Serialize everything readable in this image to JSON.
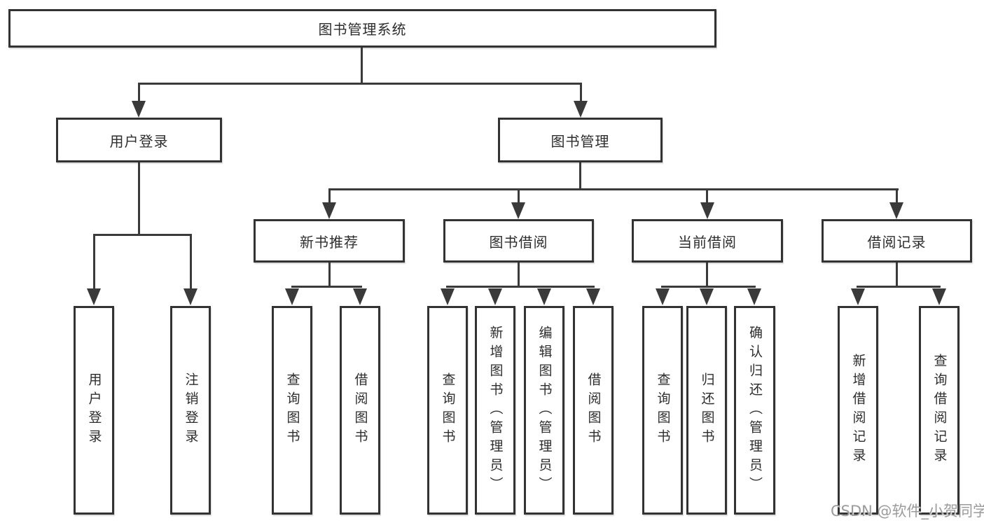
{
  "diagram_title": "图书管理系统",
  "watermark": "CSDN @软件_小贺同学",
  "colors": {
    "line": "#3a3a3a",
    "border": "#333333",
    "text": "#2d2d2d",
    "watermark": "#9b9b9b",
    "background": "#ffffff"
  },
  "nodes": {
    "root": "图书管理系统",
    "user_login": "用户登录",
    "book_mgmt": "图书管理",
    "new_book_rec": "新书推荐",
    "book_borrow": "图书借阅",
    "current_borrow": "当前借阅",
    "borrow_record": "借阅记录",
    "l_user_login": "用户登录",
    "l_logout": "注销登录",
    "l_query1": "查询图书",
    "l_borrow1": "借阅图书",
    "l_query2": "查询图书",
    "l_add_book": "新增图书（管理员）",
    "l_edit_book": "编辑图书（管理员）",
    "l_borrow2": "借阅图书",
    "l_query3": "查询图书",
    "l_return": "归还图书",
    "l_confirm": "确认归还（管理员）",
    "l_add_rec": "新增借阅记录",
    "l_query_rec": "查询借阅记录"
  },
  "hierarchy": {
    "root": "图书管理系统",
    "children": [
      {
        "label": "用户登录",
        "children": [
          "用户登录",
          "注销登录"
        ]
      },
      {
        "label": "图书管理",
        "children": [
          {
            "label": "新书推荐",
            "children": [
              "查询图书",
              "借阅图书"
            ]
          },
          {
            "label": "图书借阅",
            "children": [
              "查询图书",
              "新增图书（管理员）",
              "编辑图书（管理员）",
              "借阅图书"
            ]
          },
          {
            "label": "当前借阅",
            "children": [
              "查询图书",
              "归还图书",
              "确认归还（管理员）"
            ]
          },
          {
            "label": "借阅记录",
            "children": [
              "新增借阅记录",
              "查询借阅记录"
            ]
          }
        ]
      }
    ]
  }
}
